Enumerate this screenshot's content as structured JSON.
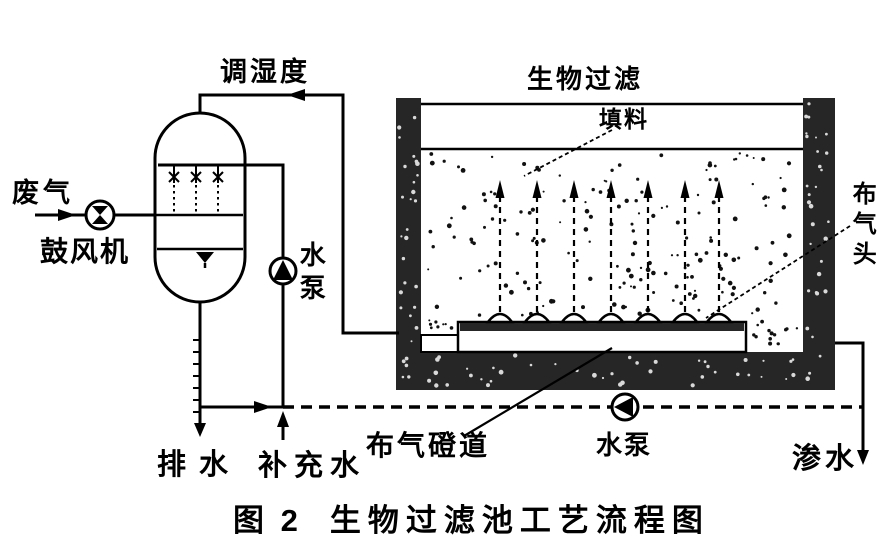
{
  "figure": {
    "labels": {
      "humidity_control": "调湿度",
      "waste_gas": "废气",
      "blower": "鼓风机",
      "water_pump_humidifier": "水泵",
      "biofilter": "生物过滤",
      "packing": "填料",
      "gas_distribution_head": "布气头",
      "gas_distribution_channel": "布气磴道",
      "water_pump_recirculation": "水泵",
      "drain_water": "排水",
      "makeup_water": "补充水",
      "seepage_water": "渗水"
    },
    "caption": {
      "figure_no": "图 2",
      "title": "生物过滤池工艺流程图"
    },
    "icons": {
      "blower": "fan-in-circle",
      "pump": "triangle-in-circle",
      "flow_arrow": "solid-triangle",
      "spray_nozzle": "star-cross"
    },
    "colors": {
      "line": "#000000",
      "wall_fill": "#262626",
      "background": "#ffffff"
    }
  }
}
